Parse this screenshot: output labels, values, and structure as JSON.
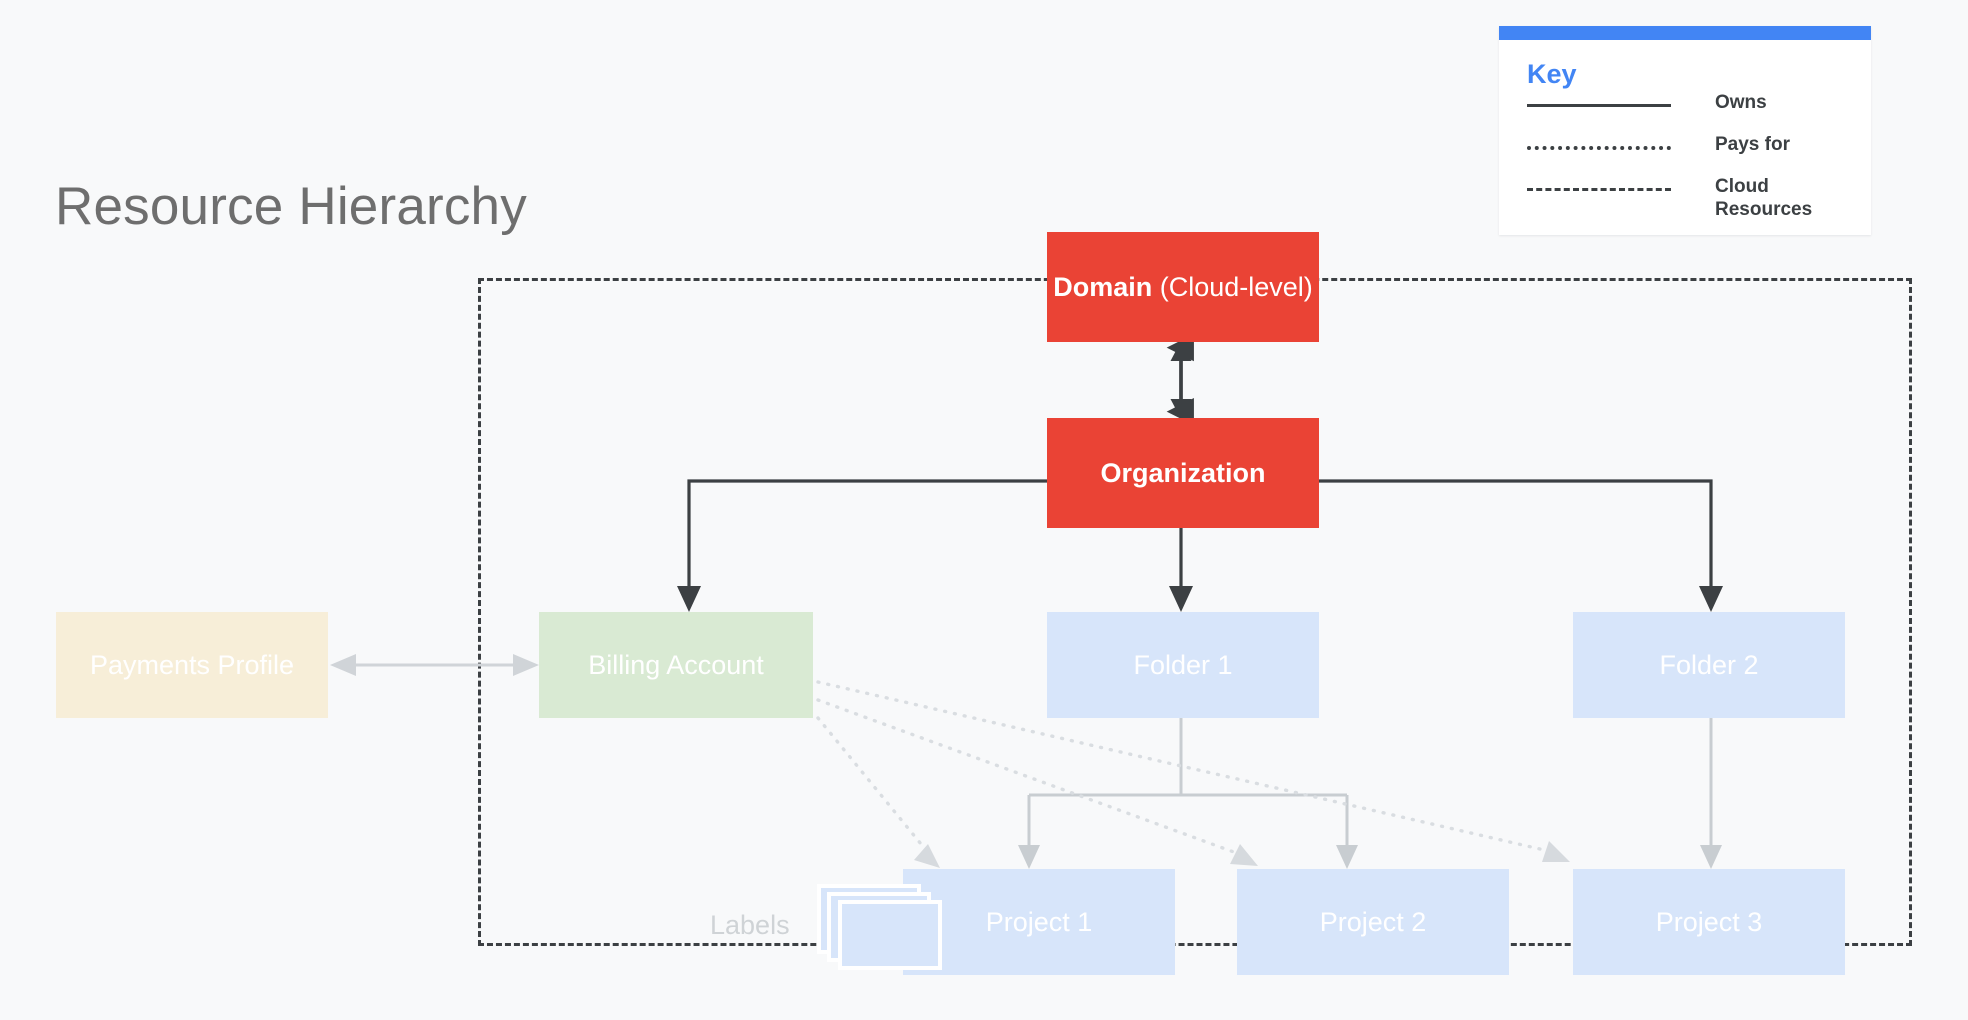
{
  "page": {
    "title": "Resource Hierarchy",
    "background_color": "#f8f9fa"
  },
  "legend": {
    "title": "Key",
    "accent_color": "#4285f4",
    "items": [
      {
        "style": "solid",
        "label": "Owns"
      },
      {
        "style": "dotted",
        "label": "Pays for"
      },
      {
        "style": "dashed",
        "label": "Cloud Resources"
      }
    ]
  },
  "diagram": {
    "boundary": {
      "name": "cloud-resources-boundary",
      "style": "dashed",
      "color": "#3c4043"
    },
    "nodes": [
      {
        "id": "domain",
        "label": "Domain",
        "sublabel": " (Cloud-level)",
        "color": "#ea4335"
      },
      {
        "id": "organization",
        "label": "Organization",
        "sublabel": "",
        "color": "#ea4335"
      },
      {
        "id": "payments",
        "label": "Payments Profile",
        "sublabel": "",
        "color": "#f7eed8"
      },
      {
        "id": "billing",
        "label": "Billing Account",
        "sublabel": "",
        "color": "#d9ead3"
      },
      {
        "id": "folder1",
        "label": "Folder 1",
        "sublabel": "",
        "color": "#d7e5fa"
      },
      {
        "id": "folder2",
        "label": "Folder 2",
        "sublabel": "",
        "color": "#d7e5fa"
      },
      {
        "id": "project1",
        "label": "Project 1",
        "sublabel": "",
        "color": "#d7e5fa"
      },
      {
        "id": "project2",
        "label": "Project 2",
        "sublabel": "",
        "color": "#d7e5fa"
      },
      {
        "id": "project3",
        "label": "Project 3",
        "sublabel": "",
        "color": "#d7e5fa"
      }
    ],
    "labels_group": {
      "label": "Labels",
      "card_count": 3
    },
    "edges": [
      {
        "from": "domain",
        "to": "organization",
        "style": "solid",
        "arrows": "both"
      },
      {
        "from": "organization",
        "to": "billing",
        "style": "solid",
        "arrows": "to"
      },
      {
        "from": "organization",
        "to": "folder1",
        "style": "solid",
        "arrows": "to"
      },
      {
        "from": "organization",
        "to": "folder2",
        "style": "solid",
        "arrows": "to"
      },
      {
        "from": "payments",
        "to": "billing",
        "style": "solid",
        "arrows": "both"
      },
      {
        "from": "folder1",
        "to": "project1",
        "style": "solid",
        "arrows": "to"
      },
      {
        "from": "folder1",
        "to": "project2",
        "style": "solid",
        "arrows": "to"
      },
      {
        "from": "folder2",
        "to": "project3",
        "style": "solid",
        "arrows": "to"
      },
      {
        "from": "billing",
        "to": "project1",
        "style": "dotted",
        "arrows": "to"
      },
      {
        "from": "billing",
        "to": "project2",
        "style": "dotted",
        "arrows": "to"
      },
      {
        "from": "billing",
        "to": "project3",
        "style": "dotted",
        "arrows": "to"
      }
    ]
  }
}
